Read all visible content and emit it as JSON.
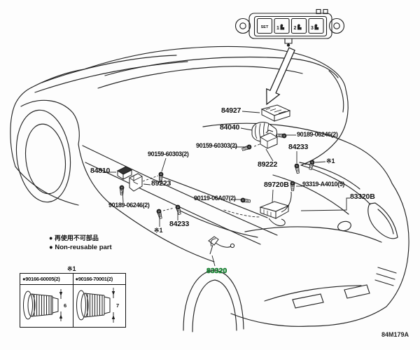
{
  "diagram": {
    "code": "84M179A",
    "highlighted_part": "83320",
    "highlight_color": "#0fae3c"
  },
  "switch_panel": {
    "buttons": [
      "SET",
      "1",
      "2",
      "3"
    ]
  },
  "labels": {
    "p84927": "84927",
    "p84040": "84040",
    "p90189_top": "90189-06246(2)",
    "p90159_a": "90159-60303(2)",
    "p90159_b": "90159-60303(2)",
    "p84233_top": "84233",
    "p89222": "89222",
    "p84810": "84810",
    "p89223": "89223",
    "p90189_bottom": "90189-06246(2)",
    "p90119": "90119-06A07(2)",
    "p84233_bottom": "84233",
    "p89720b": "89720B",
    "p93319": "93319-A4010(5)",
    "p83320b": "83320B",
    "p83320": "83320",
    "ref1_top": "※1",
    "ref1_mid": "※1"
  },
  "legend": {
    "jp": "● 再使用不可部品",
    "en": "● Non-reusable part"
  },
  "table": {
    "ref": "※1",
    "cells": [
      {
        "part": "●90166-60005(2)",
        "dim": "6"
      },
      {
        "part": "●90166-70001(2)",
        "dim": "7"
      }
    ]
  }
}
